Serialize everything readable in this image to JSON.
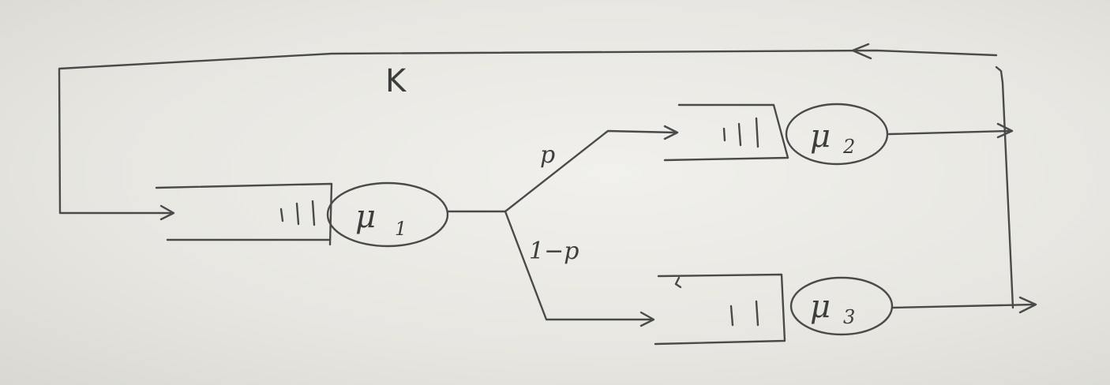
{
  "diagram": {
    "feedback_label": "K",
    "branch_upper_label": "p",
    "branch_lower_label": "1−p",
    "servers": [
      {
        "symbol": "μ",
        "subscript": "1"
      },
      {
        "symbol": "μ",
        "subscript": "2"
      },
      {
        "symbol": "μ",
        "subscript": "3"
      }
    ]
  }
}
